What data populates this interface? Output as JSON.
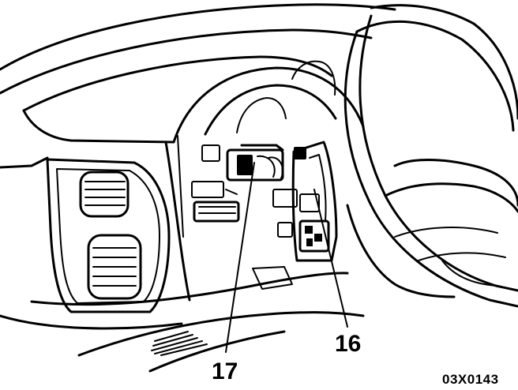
{
  "callouts": {
    "item_17": "17",
    "item_16": "16"
  },
  "figure_code": "03X0143",
  "colors": {
    "ink": "#000000",
    "paper": "#ffffff"
  }
}
